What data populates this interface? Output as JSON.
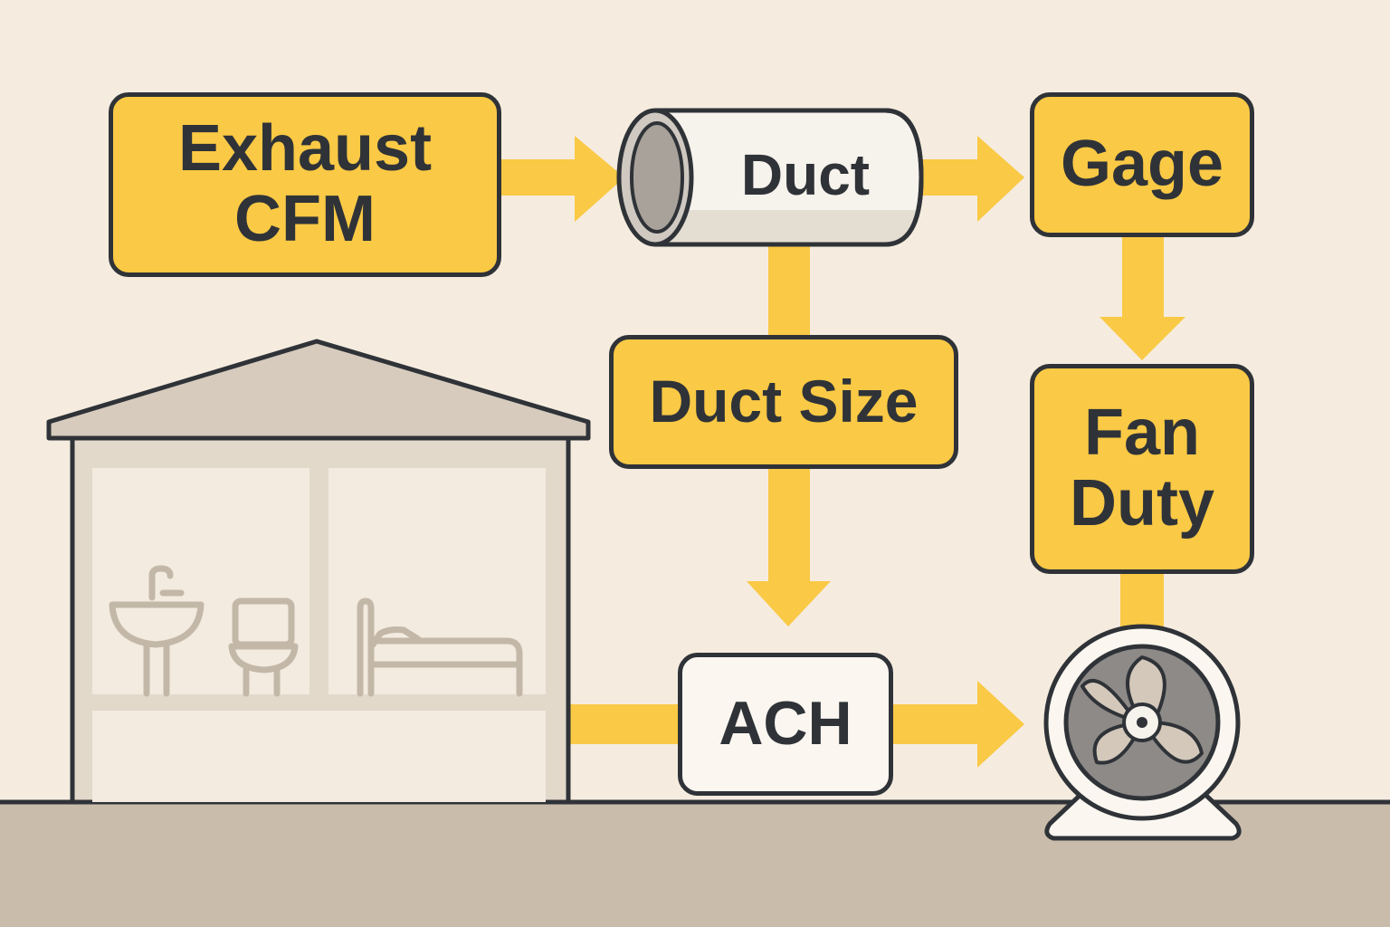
{
  "nodes": {
    "exhaust_cfm": [
      "Exhaust",
      "CFM"
    ],
    "duct": "Duct",
    "gage": "Gage",
    "duct_size": "Duct Size",
    "fan_duty": [
      "Fan",
      "Duty"
    ],
    "ach": "ACH"
  },
  "icons": [
    "house-icon",
    "sink-icon",
    "toilet-icon",
    "bed-icon",
    "duct-pipe-icon",
    "fan-icon"
  ],
  "colors": {
    "background": "#f5ecdf",
    "accent_yellow": "#fac945",
    "outline": "#2f3338",
    "ground": "#c9bcab",
    "house_fill": "#e3d9cb"
  }
}
